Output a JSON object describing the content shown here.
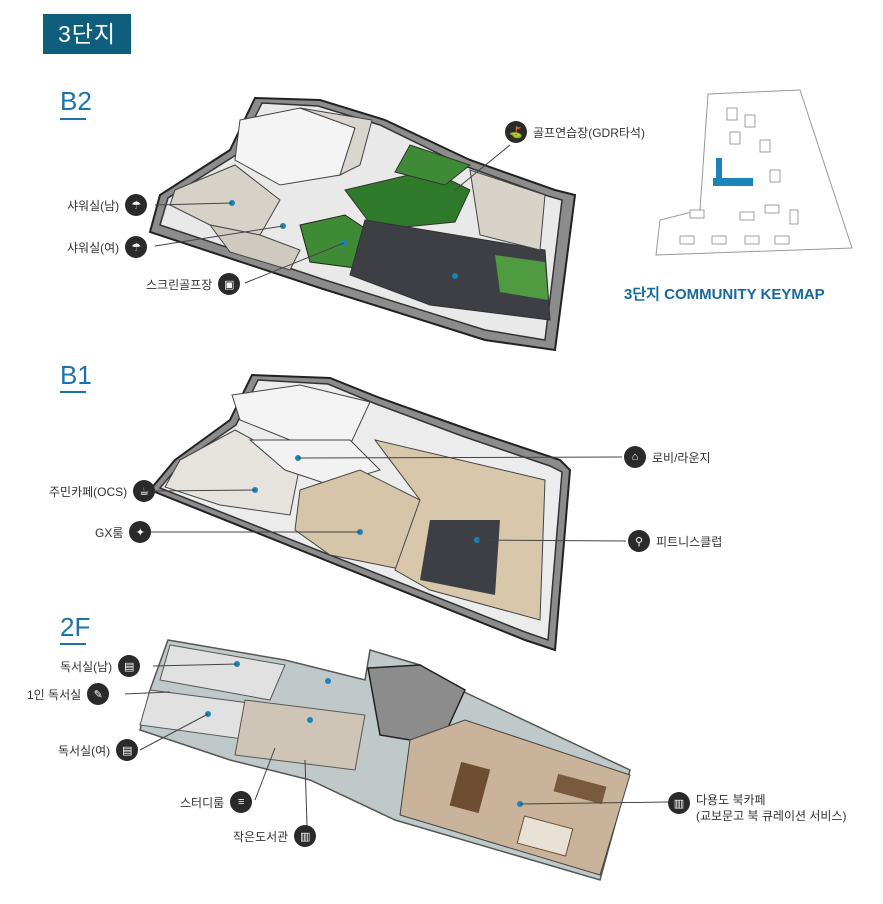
{
  "badge": {
    "label": "3단지"
  },
  "floors": {
    "b2": {
      "label": "B2"
    },
    "b1": {
      "label": "B1"
    },
    "f2": {
      "label": "2F"
    }
  },
  "keymap": {
    "title": "3단지 COMMUNITY KEYMAP"
  },
  "callouts": {
    "golf_practice": "골프연습장(GDR타석)",
    "shower_m": "샤워실(남)",
    "shower_f": "샤워실(여)",
    "screen_golf": "스크린골프장",
    "lobby": "로비/라운지",
    "cafe": "주민카페(OCS)",
    "gx_room": "GX룸",
    "fitness": "피트니스클럽",
    "reading_m": "독서실(남)",
    "single_reading": "1인 독서실",
    "reading_f": "독서실(여)",
    "study_room": "스터디룸",
    "small_library": "작은도서관",
    "book_cafe_line1": "다용도 북카페",
    "book_cafe_line2": "(교보문고 북 큐레이션 서비스)"
  }
}
